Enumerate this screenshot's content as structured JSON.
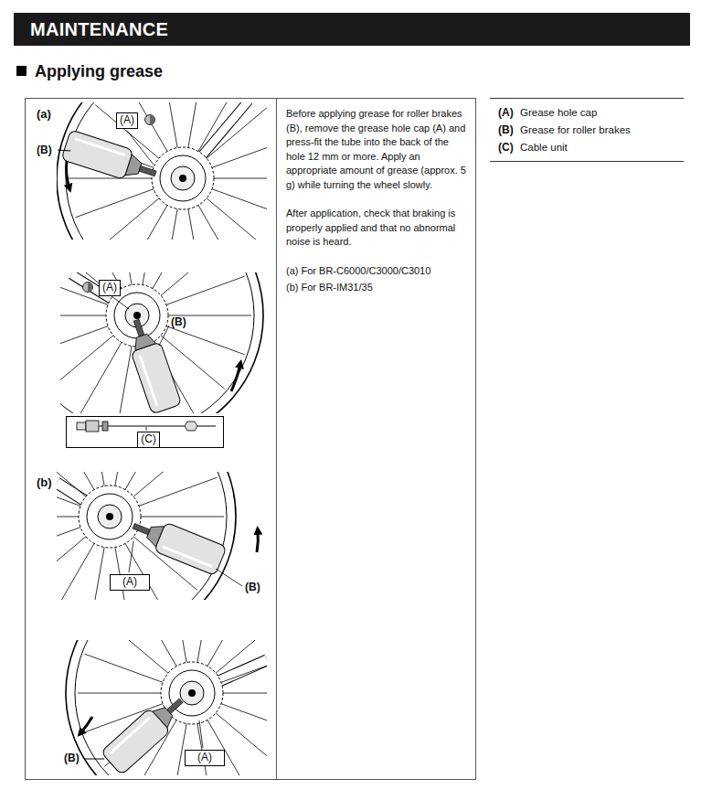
{
  "diagram": {
    "title": "MAINTENANCE",
    "nodes": [
      {
        "text": [
          "(A)"
        ]
      },
      {
        "text": [
          "(A)"
        ]
      },
      {
        "text": [
          "(C)"
        ]
      },
      {
        "text": [
          "(A)"
        ]
      },
      {
        "text": [
          "(A)"
        ]
      },
      {
        "text": [
          "Before applying grease for roller brakes (B), remove the grease hole cap (A) and press-fit the tube into the back of the hole 12 mm or more. Apply an appropriate amount of grease (approx. 5 g) while turning the wheel slowly.",
          "After application, check that braking is properly applied and that no abnormal noise is heard.",
          "(a) For BR-C6000/C3000/C3010",
          "(b) For BR-IM31/35"
        ]
      }
    ],
    "labels": [
      "Applying grease",
      "(a)",
      "(B)",
      "(B)",
      "(b)",
      "(B)",
      "(B)",
      "(A)",
      "Grease hole cap",
      "(B)",
      "Grease for roller brakes",
      "(C)",
      "Cable unit"
    ]
  }
}
